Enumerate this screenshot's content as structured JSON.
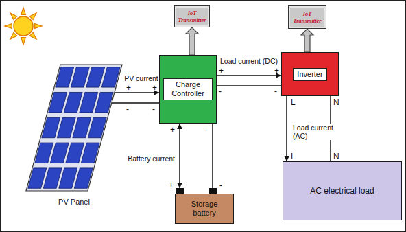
{
  "diagram": {
    "nodes": [
      {
        "text": [
          "PV Panel"
        ]
      },
      {
        "text": [
          "IoT Transmitter"
        ]
      },
      {
        "text": [
          "Charge Controller"
        ]
      },
      {
        "text": [
          "IoT Transmitter"
        ]
      },
      {
        "text": [
          "Inverter"
        ]
      },
      {
        "text": [
          "Storage battery"
        ]
      },
      {
        "text": [
          "AC electrical load"
        ]
      }
    ],
    "edges": [
      {
        "from": 0,
        "to": 2,
        "label": "PV current",
        "arrow": "to"
      },
      {
        "from": 2,
        "to": 1,
        "arrow": "to"
      },
      {
        "from": 2,
        "to": 4,
        "label": "Load current (DC)",
        "arrow": "to"
      },
      {
        "from": 4,
        "to": 3,
        "arrow": "to"
      },
      {
        "from": 2,
        "to": 5,
        "label": "Battery current",
        "arrow": "both"
      },
      {
        "from": 4,
        "to": 6,
        "label": "Load current (AC)",
        "arrow": "to"
      }
    ],
    "labels": [
      "+",
      "-",
      "+",
      "-",
      "+",
      "-",
      "+",
      "-",
      "+",
      "-",
      "+",
      "-",
      "L",
      "N",
      "L",
      "N"
    ]
  }
}
